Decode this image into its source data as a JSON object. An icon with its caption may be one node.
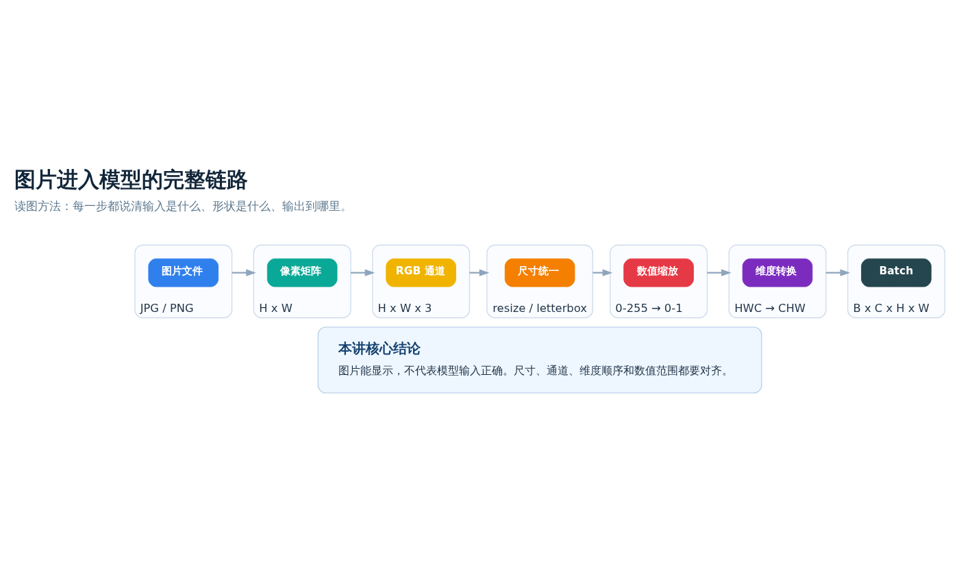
{
  "diagram": {
    "title": "图片进入模型的完整链路",
    "nodes": [
      {
        "text": [
          "JPG / PNG"
        ]
      },
      {
        "text": [
          "图片文件"
        ],
        "in": 0
      },
      {
        "text": [
          "H x W"
        ]
      },
      {
        "text": [
          "像素矩阵"
        ],
        "in": 2
      },
      {
        "text": [
          "H x W x 3"
        ]
      },
      {
        "text": [
          "RGB 通道"
        ],
        "in": 4
      },
      {
        "text": [
          "resize / letterbox"
        ]
      },
      {
        "text": [
          "尺寸统一"
        ],
        "in": 6
      },
      {
        "text": [
          "0-255 → 0-1"
        ]
      },
      {
        "text": [
          "数值缩放"
        ],
        "in": 8
      },
      {
        "text": [
          "HWC → CHW"
        ]
      },
      {
        "text": [
          "维度转换"
        ],
        "in": 10
      },
      {
        "text": [
          "B x C x H x W"
        ]
      },
      {
        "text": [
          "Batch"
        ],
        "in": 12
      },
      {
        "text": [
          "本讲核心结论",
          "图片能显示，不代表模型输入正确。尺寸、通道、维度顺序和数值范围都要对齐。"
        ]
      }
    ],
    "edges": [
      {
        "from": 0,
        "to": 2,
        "arrow": "to"
      },
      {
        "from": 2,
        "to": 4,
        "arrow": "to"
      },
      {
        "from": 4,
        "to": 6,
        "arrow": "to"
      },
      {
        "from": 6,
        "to": 8,
        "arrow": "to"
      },
      {
        "from": 8,
        "to": 10,
        "arrow": "to"
      },
      {
        "from": 10,
        "to": 12,
        "arrow": "to"
      }
    ],
    "labels": [
      "读图方法：每一步都说清输入是什么、形状是什么、输出到哪里。"
    ]
  }
}
